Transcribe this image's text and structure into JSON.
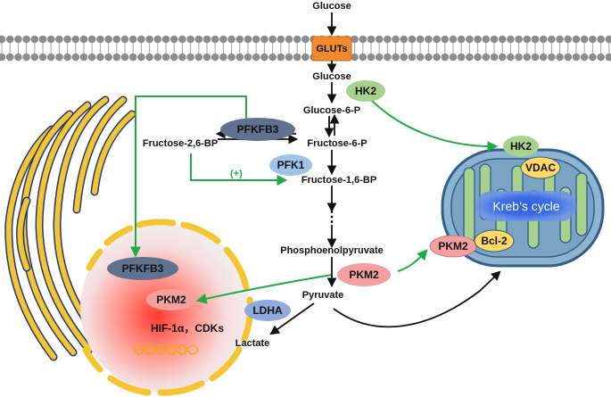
{
  "membrane": {
    "transporter": "GLUTs"
  },
  "metabolites": {
    "glucose_out": "Glucose",
    "glucose_in": "Glucose",
    "g6p": "Glucose-6-P",
    "f26bp": "Fructose-2,6-BP",
    "f6p": "Fructose-6-P",
    "f16bp": "Fructose-1,6-BP",
    "ellipsis": "⋮",
    "pep": "Phosphoenolpyruvate",
    "pyruvate": "Pyruvate",
    "lactate": "Lactate"
  },
  "enzymes": {
    "hk2": "HK2",
    "pfkfb3": "PFKFB3",
    "pfk1": "PFK1",
    "pkm2": "PKM2",
    "ldha": "LDHA"
  },
  "regulation": {
    "plus": "(+)"
  },
  "nucleus": {
    "pfkfb3": "PFKFB3",
    "pkm2": "PKM2",
    "factors": "HIF-1α，CDKs"
  },
  "mitochondrion": {
    "hk2": "HK2",
    "vdac": "VDAC",
    "kreb": "Kreb’s cycle",
    "pkm2": "PKM2",
    "bcl2": "Bcl-2"
  },
  "colors": {
    "green_arrow": "#22aa44",
    "hk2_fill": "#a9d18e",
    "pfkfb3_fill": "#5f7391",
    "pfk1_fill": "#9dc3e6",
    "pkm2_fill": "#f4a0a0",
    "ldha_fill": "#8faadc",
    "vdac_fill": "#ffd966",
    "glut_fill": "#f08a2c",
    "membrane_fill": "#8c8c8c"
  }
}
